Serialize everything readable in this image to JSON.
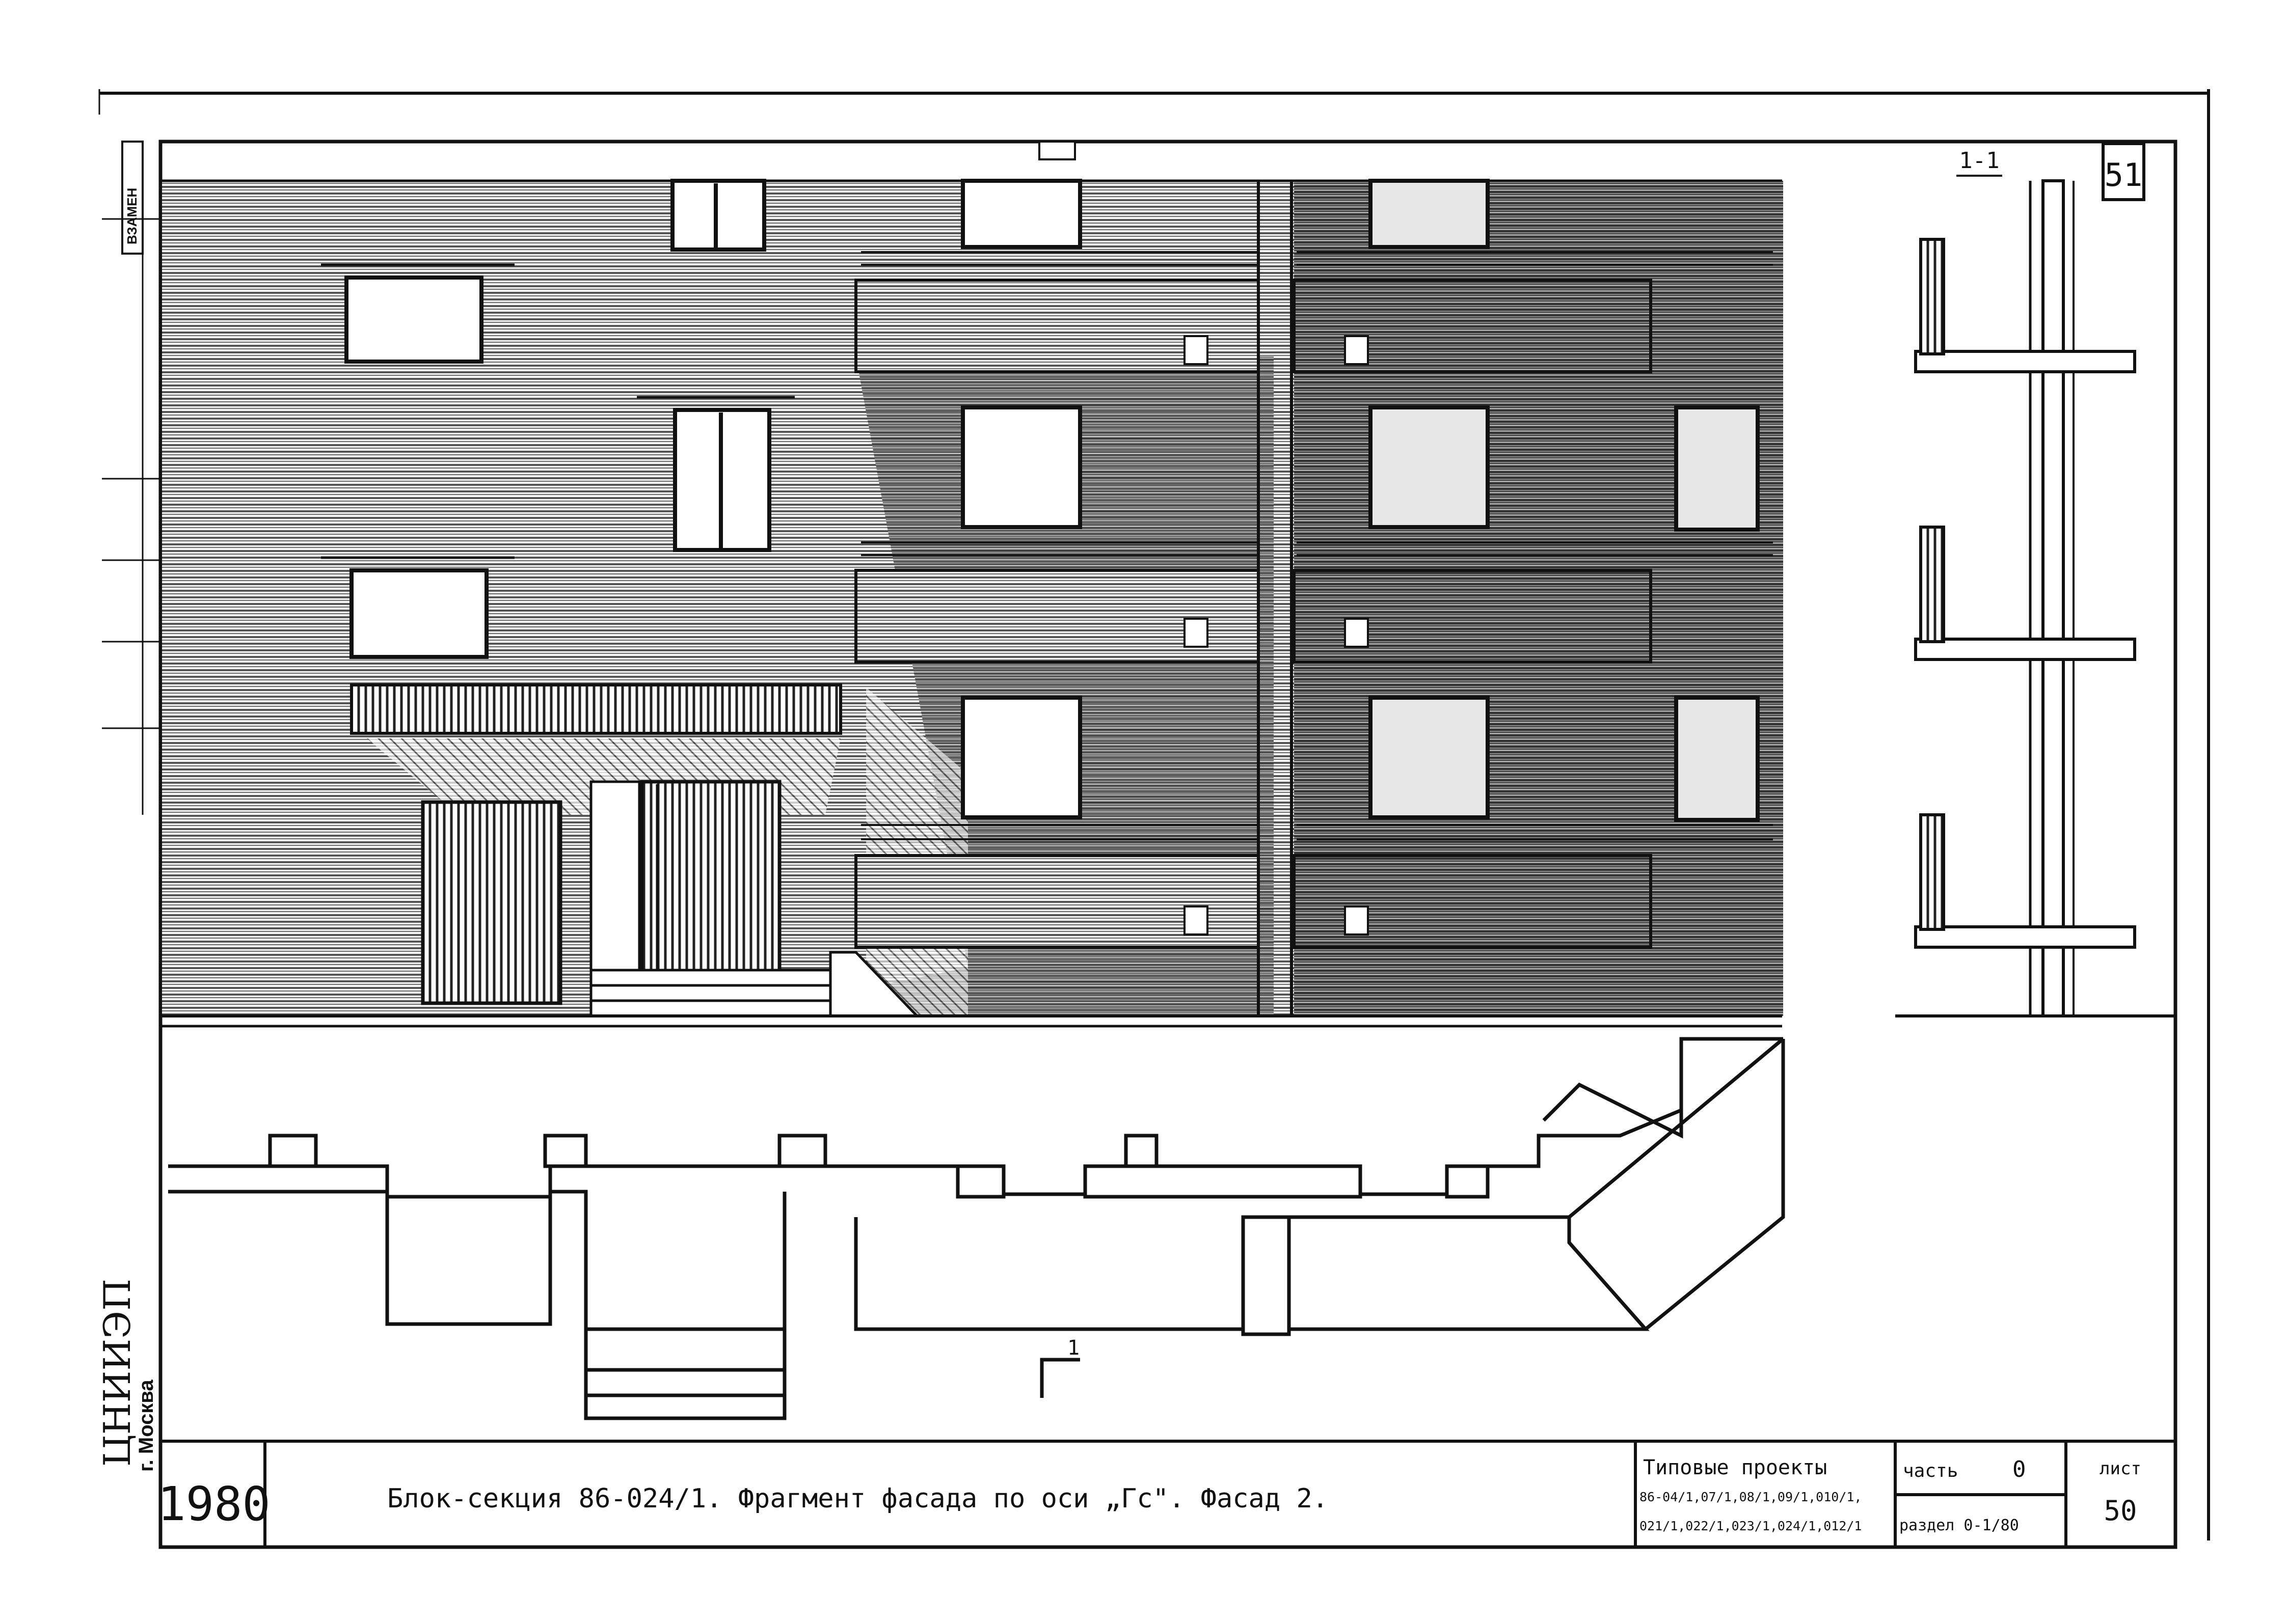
{
  "sheet": {
    "corner_number": "51",
    "section_label": "1-1",
    "section_marker": "1",
    "side_tag": "ВЗАМЕН",
    "org_name": "ЦНИИЭП",
    "org_city": "г. Москва"
  },
  "title_block": {
    "year": "1980",
    "title": "Блок-секция 86-024/1. Фрагмент фасада по оси „Гс\". Фасад 2.",
    "projects_heading": "Типовые проекты",
    "projects_line1": "86-04/1,07/1,08/1,09/1,010/1,",
    "projects_line2": "021/1,022/1,023/1,024/1,012/1",
    "part_label": "часть",
    "part_value": "0",
    "section_ref": "раздел 0-1/80",
    "sheet_label": "лист",
    "sheet_number": "50"
  },
  "colors": {
    "ink": "#111111",
    "paper": "#ffffff",
    "hatch": "#4a4a4a"
  }
}
